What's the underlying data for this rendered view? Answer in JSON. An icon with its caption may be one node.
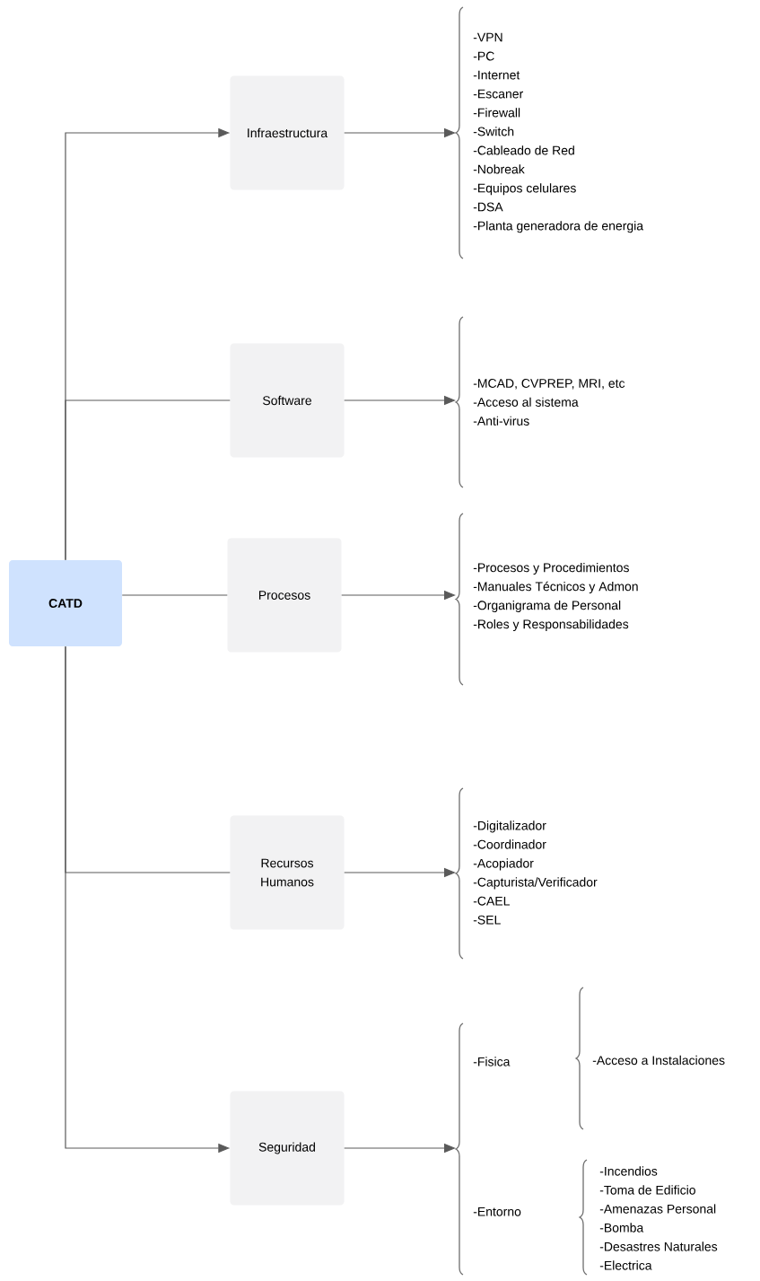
{
  "diagram": {
    "nodes": [
      {
        "text": [
          "CATD"
        ]
      },
      {
        "text": [
          "Infraestructura"
        ]
      },
      {
        "text": [
          "Software"
        ]
      },
      {
        "text": [
          "Procesos"
        ]
      },
      {
        "text": [
          "Recursos Humanos"
        ]
      },
      {
        "text": [
          "Seguridad"
        ]
      },
      {
        "text": [
          "-VPN",
          "-PC",
          "-Internet",
          "-Escaner",
          "-Firewall",
          "-Switch",
          "-Cableado de Red",
          "-Nobreak",
          "-Equipos celulares",
          "-DSA",
          "-Planta generadora de energia"
        ]
      },
      {
        "text": [
          "-MCAD, CVPREP, MRI, etc",
          "-Acceso al sistema",
          "-Anti-virus"
        ]
      },
      {
        "text": [
          "-Procesos y Procedimientos",
          "-Manuales Técnicos y Admon",
          "-Organigrama de Personal",
          "-Roles y Responsabilidades"
        ]
      },
      {
        "text": [
          "-Digitalizador",
          "-Coordinador",
          "-Acopiador",
          "-Capturista/Verificador",
          "-CAEL",
          "-SEL"
        ]
      },
      {
        "text": [
          "-Fisica",
          "-Entorno"
        ]
      },
      {
        "text": [
          "-Acceso a Instalaciones"
        ]
      },
      {
        "text": [
          "-Incendios",
          "-Toma de Edificio",
          "-Amenazas Personal",
          "-Bomba",
          "-Desastres Naturales",
          "-Electrica"
        ]
      }
    ],
    "edges": [
      {
        "from": 0,
        "to": 1,
        "arrow": "to"
      },
      {
        "from": 0,
        "to": 2,
        "arrow": "none"
      },
      {
        "from": 0,
        "to": 3,
        "arrow": "none"
      },
      {
        "from": 0,
        "to": 4,
        "arrow": "none"
      },
      {
        "from": 0,
        "to": 5,
        "arrow": "to"
      },
      {
        "from": 1,
        "to": 6,
        "arrow": "to"
      },
      {
        "from": 2,
        "to": 7,
        "arrow": "to"
      },
      {
        "from": 3,
        "to": 8,
        "arrow": "to"
      },
      {
        "from": 4,
        "to": 9,
        "arrow": "to"
      },
      {
        "from": 5,
        "to": 10,
        "arrow": "to"
      }
    ]
  }
}
